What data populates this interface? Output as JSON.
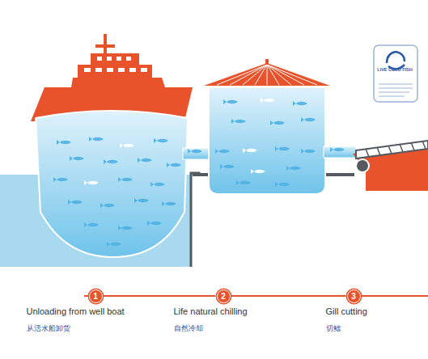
{
  "diagram": {
    "nodes": [
      {
        "text": [
          "1",
          "Unloading from well boat",
          "从活水船卸货"
        ]
      },
      {
        "text": [
          "2",
          "Life natural chilling",
          "自然冷却"
        ]
      },
      {
        "text": [
          "3",
          "Gill cutting",
          "切鳃"
        ]
      }
    ],
    "edges": [
      {
        "from": 0,
        "to": 1,
        "arrow": "none"
      },
      {
        "from": 1,
        "to": 2,
        "arrow": "none"
      }
    ],
    "labels": [
      "LIVE COLD FISH"
    ]
  }
}
